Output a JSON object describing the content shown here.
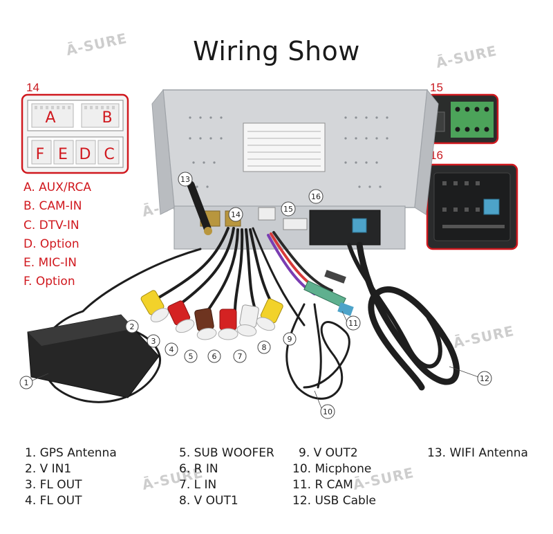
{
  "title": "Wiring Show",
  "watermark": "Ā-SURE",
  "box_labels": {
    "b14": "14",
    "b15": "15",
    "b16": "16"
  },
  "connector_letters": [
    "A",
    "B",
    "F",
    "E",
    "D",
    "C"
  ],
  "connector_list": [
    "A. AUX/RCA",
    "B. CAM-IN",
    "C. DTV-IN",
    "D. Option",
    "E. MIC-IN",
    "F. Option"
  ],
  "callouts": [
    "1",
    "2",
    "3",
    "4",
    "5",
    "6",
    "7",
    "8",
    "9",
    "10",
    "11",
    "12",
    "13",
    "14",
    "15",
    "16"
  ],
  "legend": {
    "col1": [
      "1. GPS Antenna",
      "2. V IN1",
      "3. FL OUT",
      "4. FL OUT"
    ],
    "col2": [
      "5. SUB WOOFER",
      "6. R IN",
      "7. L IN",
      "8. V OUT1"
    ],
    "col3": [
      "9. V OUT2",
      "10. Micphone",
      "11. R CAM",
      "12. USB Cable"
    ],
    "col4": [
      "13. WIFI Antenna"
    ]
  },
  "colors": {
    "red_accent": "#d0181e",
    "chassis": "#c9ccd0",
    "cable": "#1e1e1e",
    "rca_yellow": "#f2d22a",
    "rca_red": "#d42222",
    "rca_white": "#f0f0f0",
    "rca_brown": "#6e3420"
  }
}
